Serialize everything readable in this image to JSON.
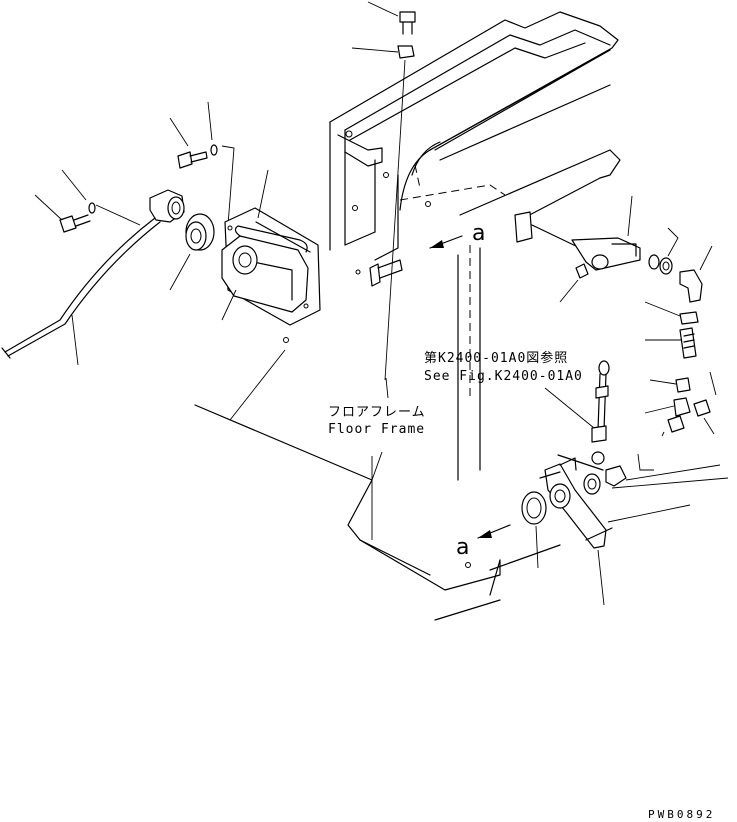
{
  "reference_jp": "第K2400-01A0図参照",
  "reference_en": "See Fig.K2400-01A0",
  "frame_label_jp": "フロアフレーム",
  "frame_label_en": "Floor Frame",
  "connector_mark_1": "a",
  "connector_mark_2": "a",
  "drawing_code": "PWB0892"
}
